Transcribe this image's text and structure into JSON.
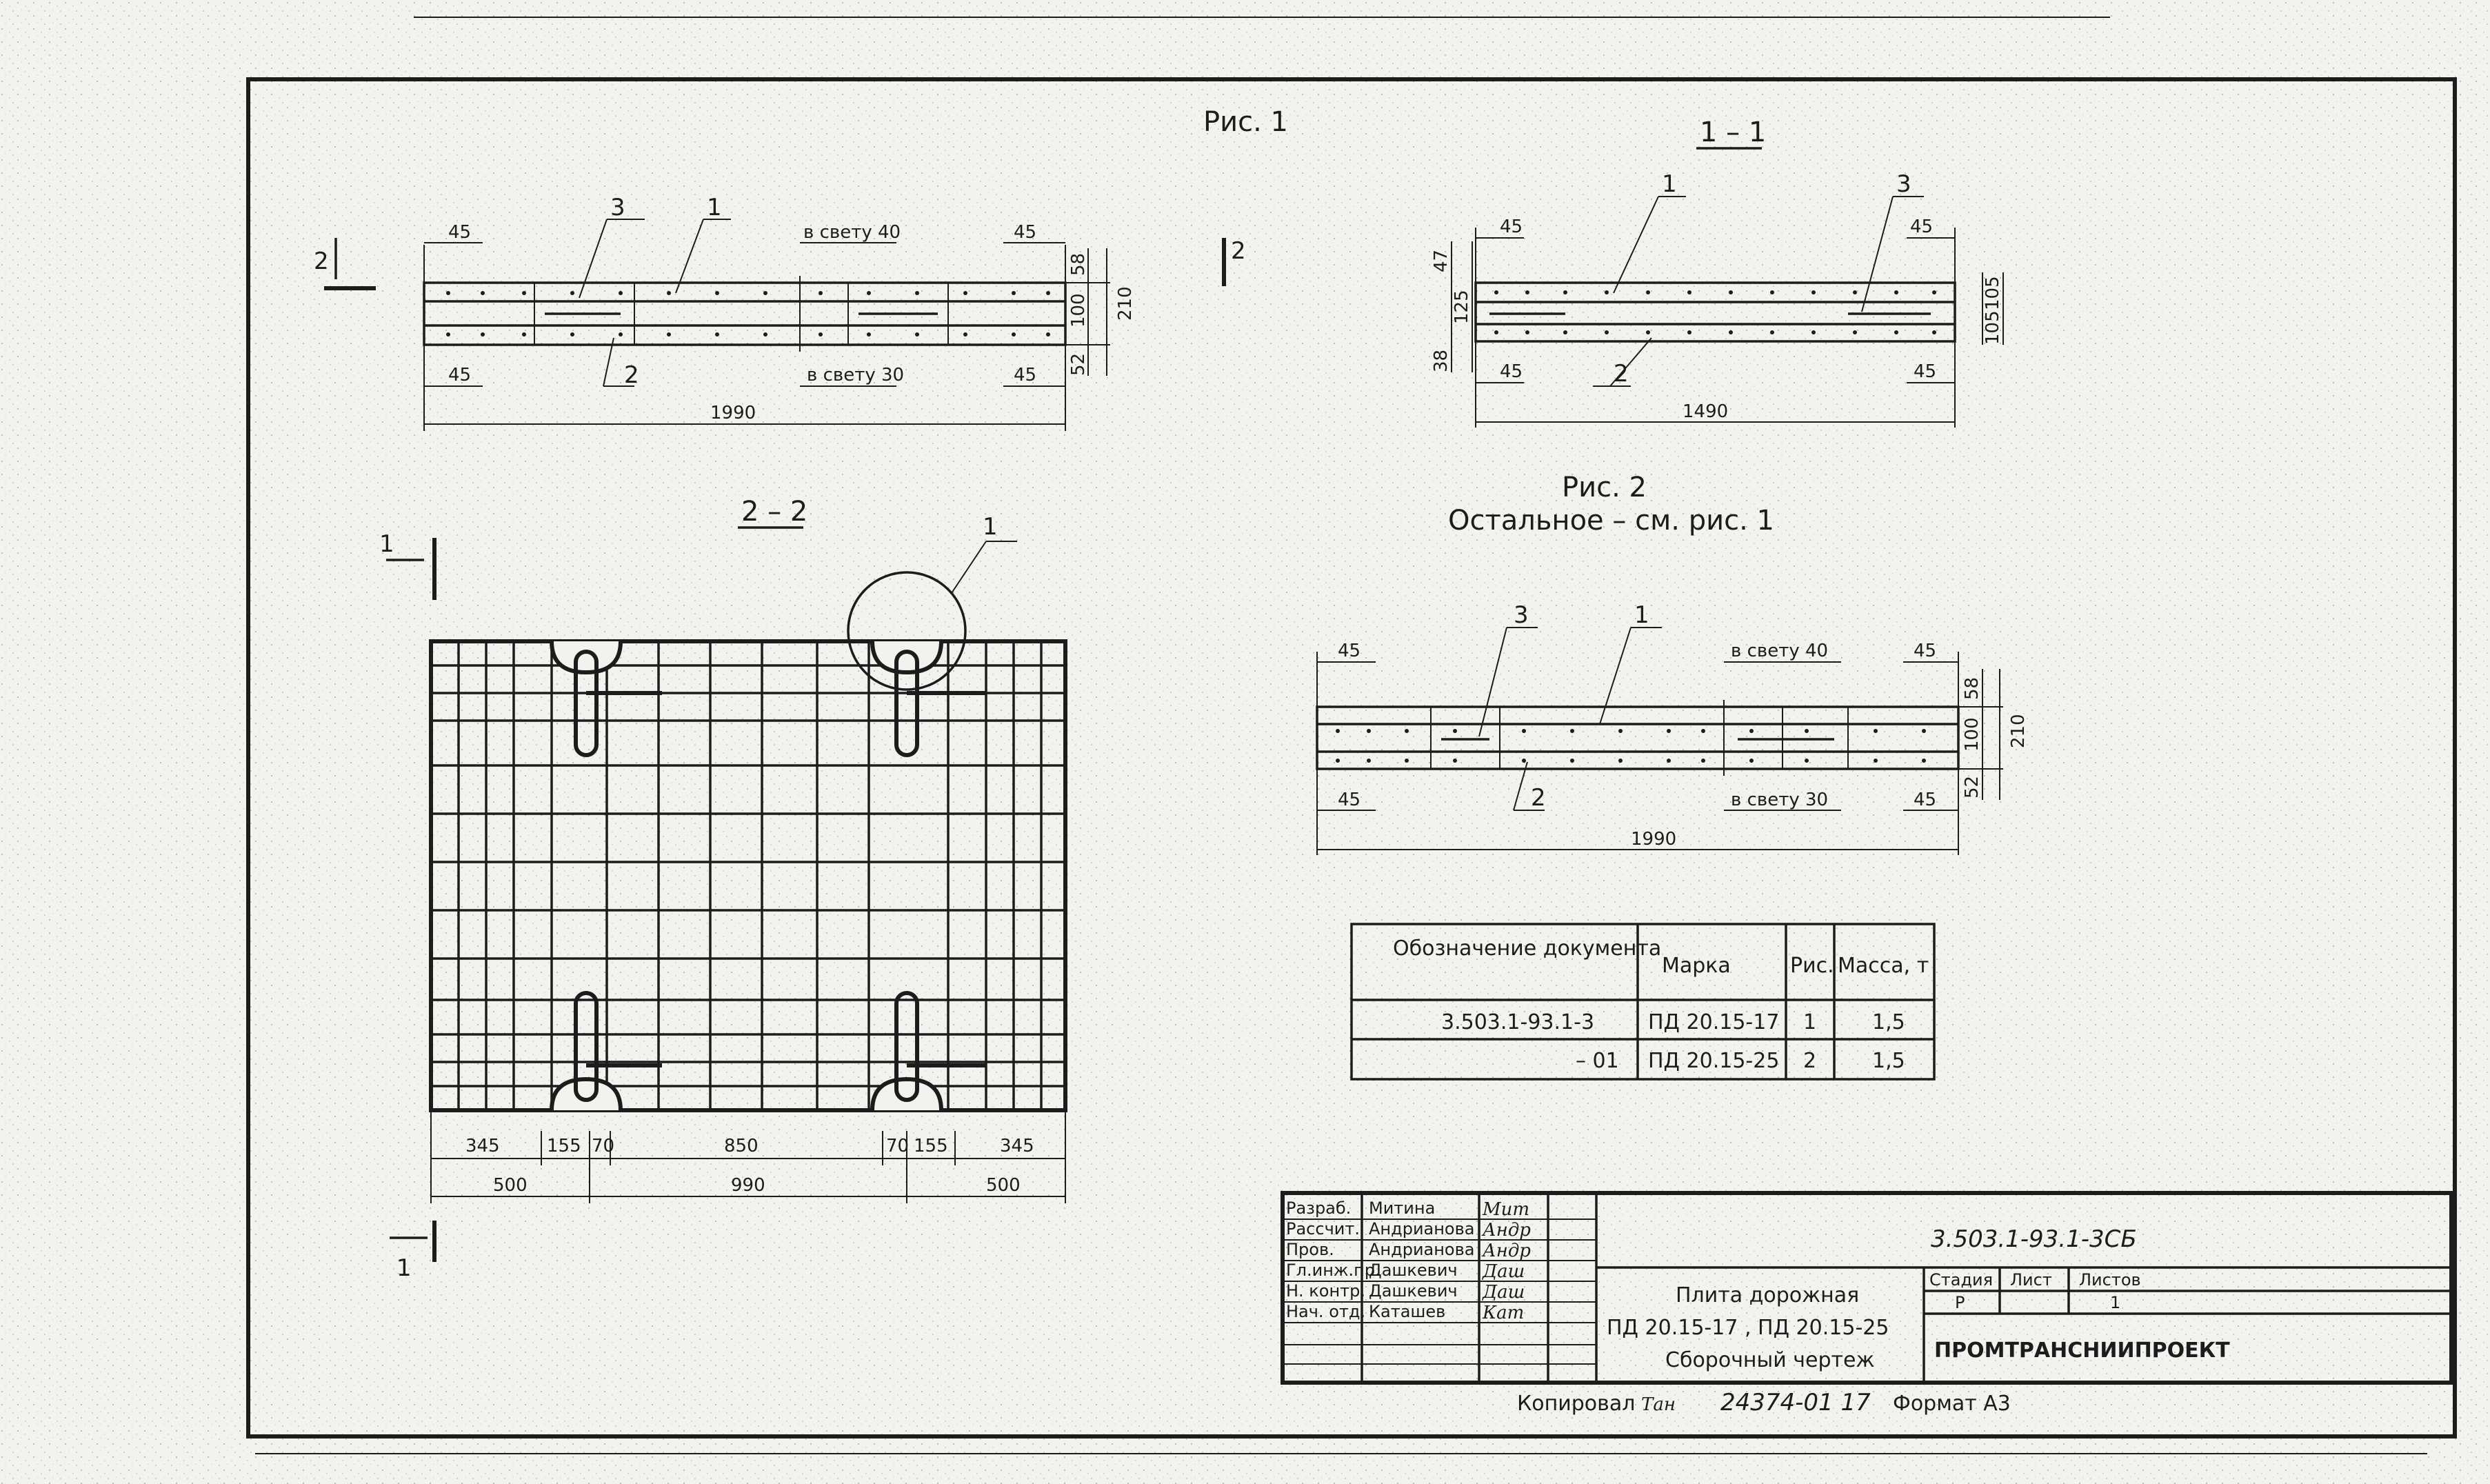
{
  "fig1": {
    "caption": "Рис. 1",
    "top_opening": "в свету 40",
    "bottom_opening": "в свету 30",
    "dims": {
      "left_top": "45",
      "right_top": "45",
      "left_bottom": "45",
      "right_bottom": "45",
      "total": "1990",
      "h_top": "58",
      "h_mid": "100",
      "h_bot": "52",
      "h_total": "210"
    },
    "leaders": {
      "a": "3",
      "b": "1",
      "c": "2"
    },
    "section_mark": "2"
  },
  "section11": {
    "title": "1 – 1",
    "dims": {
      "left_top": "45",
      "right_top": "45",
      "left_bottom": "45",
      "right_bottom": "45",
      "total": "1490",
      "h47": "47",
      "h125": "125",
      "h38": "38",
      "r105a": "105",
      "r105b": "105"
    },
    "leaders": {
      "a": "1",
      "b": "3",
      "c": "2"
    }
  },
  "fig2": {
    "caption": "Рис. 2",
    "note": "Остальное – см. рис. 1",
    "top_opening": "в свету 40",
    "bottom_opening": "в свету 30",
    "dims": {
      "left_top": "45",
      "right_top": "45",
      "left_bottom": "45",
      "right_bottom": "45",
      "total": "1990",
      "h_top": "58",
      "h_mid": "100",
      "h_bot": "52",
      "h_total": "210"
    },
    "leaders": {
      "a": "3",
      "b": "1",
      "c": "2"
    }
  },
  "section22": {
    "title": "2 – 2",
    "callout": "1",
    "section_mark": "1",
    "dims_row1": [
      "345",
      "155",
      "70",
      "850",
      "70",
      "155",
      "345"
    ],
    "dims_row2": [
      "500",
      "990",
      "500"
    ]
  },
  "spec_table": {
    "headers": [
      "Обозначение документа",
      "Марка",
      "Рис.",
      "Масса, т"
    ],
    "rows": [
      [
        "3.503.1-93.1-3",
        "ПД 20.15-17",
        "1",
        "1,5"
      ],
      [
        "– 01",
        "ПД 20.15-25",
        "2",
        "1,5"
      ]
    ]
  },
  "title_block": {
    "roles": [
      "Разраб.",
      "Рассчит.",
      "Пров.",
      "Гл.инж.пр.",
      "Н. контр.",
      "Нач. отд."
    ],
    "names": [
      "Митина",
      "Андрианова",
      "Андрианова",
      "Дашкевич",
      "Дашкевич",
      "Каташев"
    ],
    "signatures": [
      "Мит",
      "Андр",
      "Андр",
      "Даш",
      "Даш",
      "Кат"
    ],
    "doc_code": "3.503.1-93.1-3СБ",
    "item_title_1": "Плита дорожная",
    "item_title_2": "ПД 20.15-17 , ПД 20.15-25",
    "item_title_3": "Сборочный чертеж",
    "stage_header": "Стадия",
    "sheet_header": "Лист",
    "sheets_header": "Листов",
    "stage_value": "Р",
    "sheets_value": "1",
    "organization": "ПРОМТРАНСНИИПРОЕКТ"
  },
  "footer": {
    "copied_label": "Копировал",
    "copied_sign": "Тан",
    "archive_number": "24374-01 17",
    "format_label": "Формат А3"
  }
}
